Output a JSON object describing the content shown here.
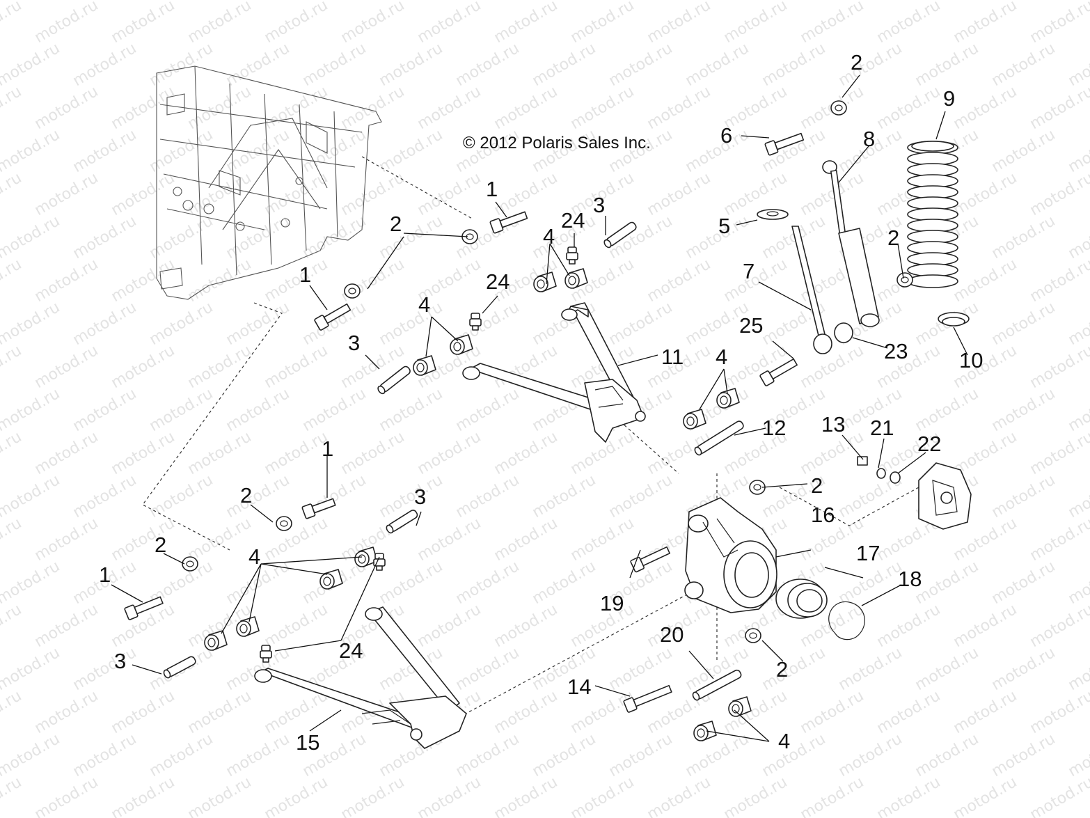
{
  "copyright": "© 2012 Polaris Sales Inc.",
  "watermark": "motod.ru",
  "callouts": [
    {
      "id": "c1a",
      "text": "1"
    },
    {
      "id": "c1b",
      "text": "1"
    },
    {
      "id": "c1c",
      "text": "1"
    },
    {
      "id": "c1d",
      "text": "1"
    },
    {
      "id": "c2a",
      "text": "2"
    },
    {
      "id": "c2b",
      "text": "2"
    },
    {
      "id": "c2c",
      "text": "2"
    },
    {
      "id": "c2d",
      "text": "2"
    },
    {
      "id": "c2e",
      "text": "2"
    },
    {
      "id": "c2f",
      "text": "2"
    },
    {
      "id": "c2g",
      "text": "2"
    },
    {
      "id": "c2h",
      "text": "2"
    },
    {
      "id": "c3a",
      "text": "3"
    },
    {
      "id": "c3b",
      "text": "3"
    },
    {
      "id": "c3c",
      "text": "3"
    },
    {
      "id": "c3d",
      "text": "3"
    },
    {
      "id": "c4a",
      "text": "4"
    },
    {
      "id": "c4b",
      "text": "4"
    },
    {
      "id": "c4c",
      "text": "4"
    },
    {
      "id": "c4d",
      "text": "4"
    },
    {
      "id": "c4e",
      "text": "4"
    },
    {
      "id": "c5",
      "text": "5"
    },
    {
      "id": "c6",
      "text": "6"
    },
    {
      "id": "c7",
      "text": "7"
    },
    {
      "id": "c8",
      "text": "8"
    },
    {
      "id": "c9",
      "text": "9"
    },
    {
      "id": "c10",
      "text": "10"
    },
    {
      "id": "c11",
      "text": "11"
    },
    {
      "id": "c12",
      "text": "12"
    },
    {
      "id": "c13",
      "text": "13"
    },
    {
      "id": "c14",
      "text": "14"
    },
    {
      "id": "c15",
      "text": "15"
    },
    {
      "id": "c16",
      "text": "16"
    },
    {
      "id": "c17",
      "text": "17"
    },
    {
      "id": "c18",
      "text": "18"
    },
    {
      "id": "c19",
      "text": "19"
    },
    {
      "id": "c20",
      "text": "20"
    },
    {
      "id": "c21",
      "text": "21"
    },
    {
      "id": "c22",
      "text": "22"
    },
    {
      "id": "c23",
      "text": "23"
    },
    {
      "id": "c24a",
      "text": "24"
    },
    {
      "id": "c24b",
      "text": "24"
    },
    {
      "id": "c24c",
      "text": "24"
    },
    {
      "id": "c25",
      "text": "25"
    }
  ]
}
